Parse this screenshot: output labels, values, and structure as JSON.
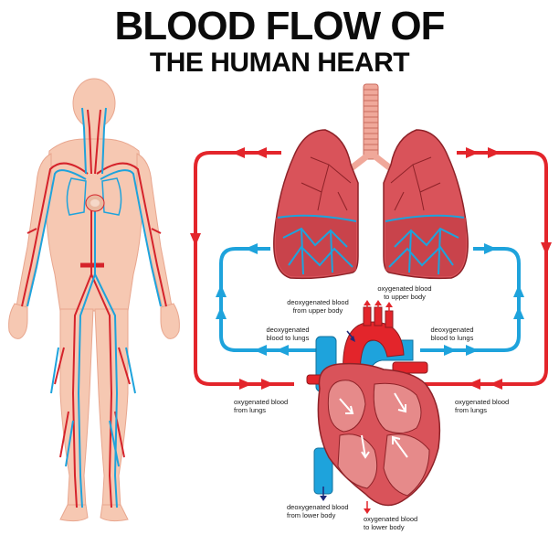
{
  "title": {
    "line1": "BLOOD FLOW OF",
    "line2": "THE HUMAN HEART"
  },
  "labels": {
    "deoxy_upper": [
      "deoxygenated blood",
      "from upper body"
    ],
    "oxy_upper": [
      "oxygenated blood",
      "to upper body"
    ],
    "deoxy_lungs_left": [
      "deoxygenated",
      "blood to lungs"
    ],
    "deoxy_lungs_right": [
      "deoxygenated",
      "blood to lungs"
    ],
    "oxy_from_lungs_left": [
      "oxygenated blood",
      "from lungs"
    ],
    "oxy_from_lungs_right": [
      "oxygenated blood",
      "from lungs"
    ],
    "deoxy_lower": [
      "deoxygenated blood",
      "from lower body"
    ],
    "oxy_lower": [
      "oxygenated blood",
      "to lower body"
    ]
  },
  "colors": {
    "oxygenated": "#e3252b",
    "deoxygenated": "#1ea3dc",
    "deoxy_arrow": "#1f2a78",
    "skin": "#f6c8b2",
    "lung": "#d9535a",
    "heart": "#c7323a",
    "trachea": "#f0a89a"
  }
}
